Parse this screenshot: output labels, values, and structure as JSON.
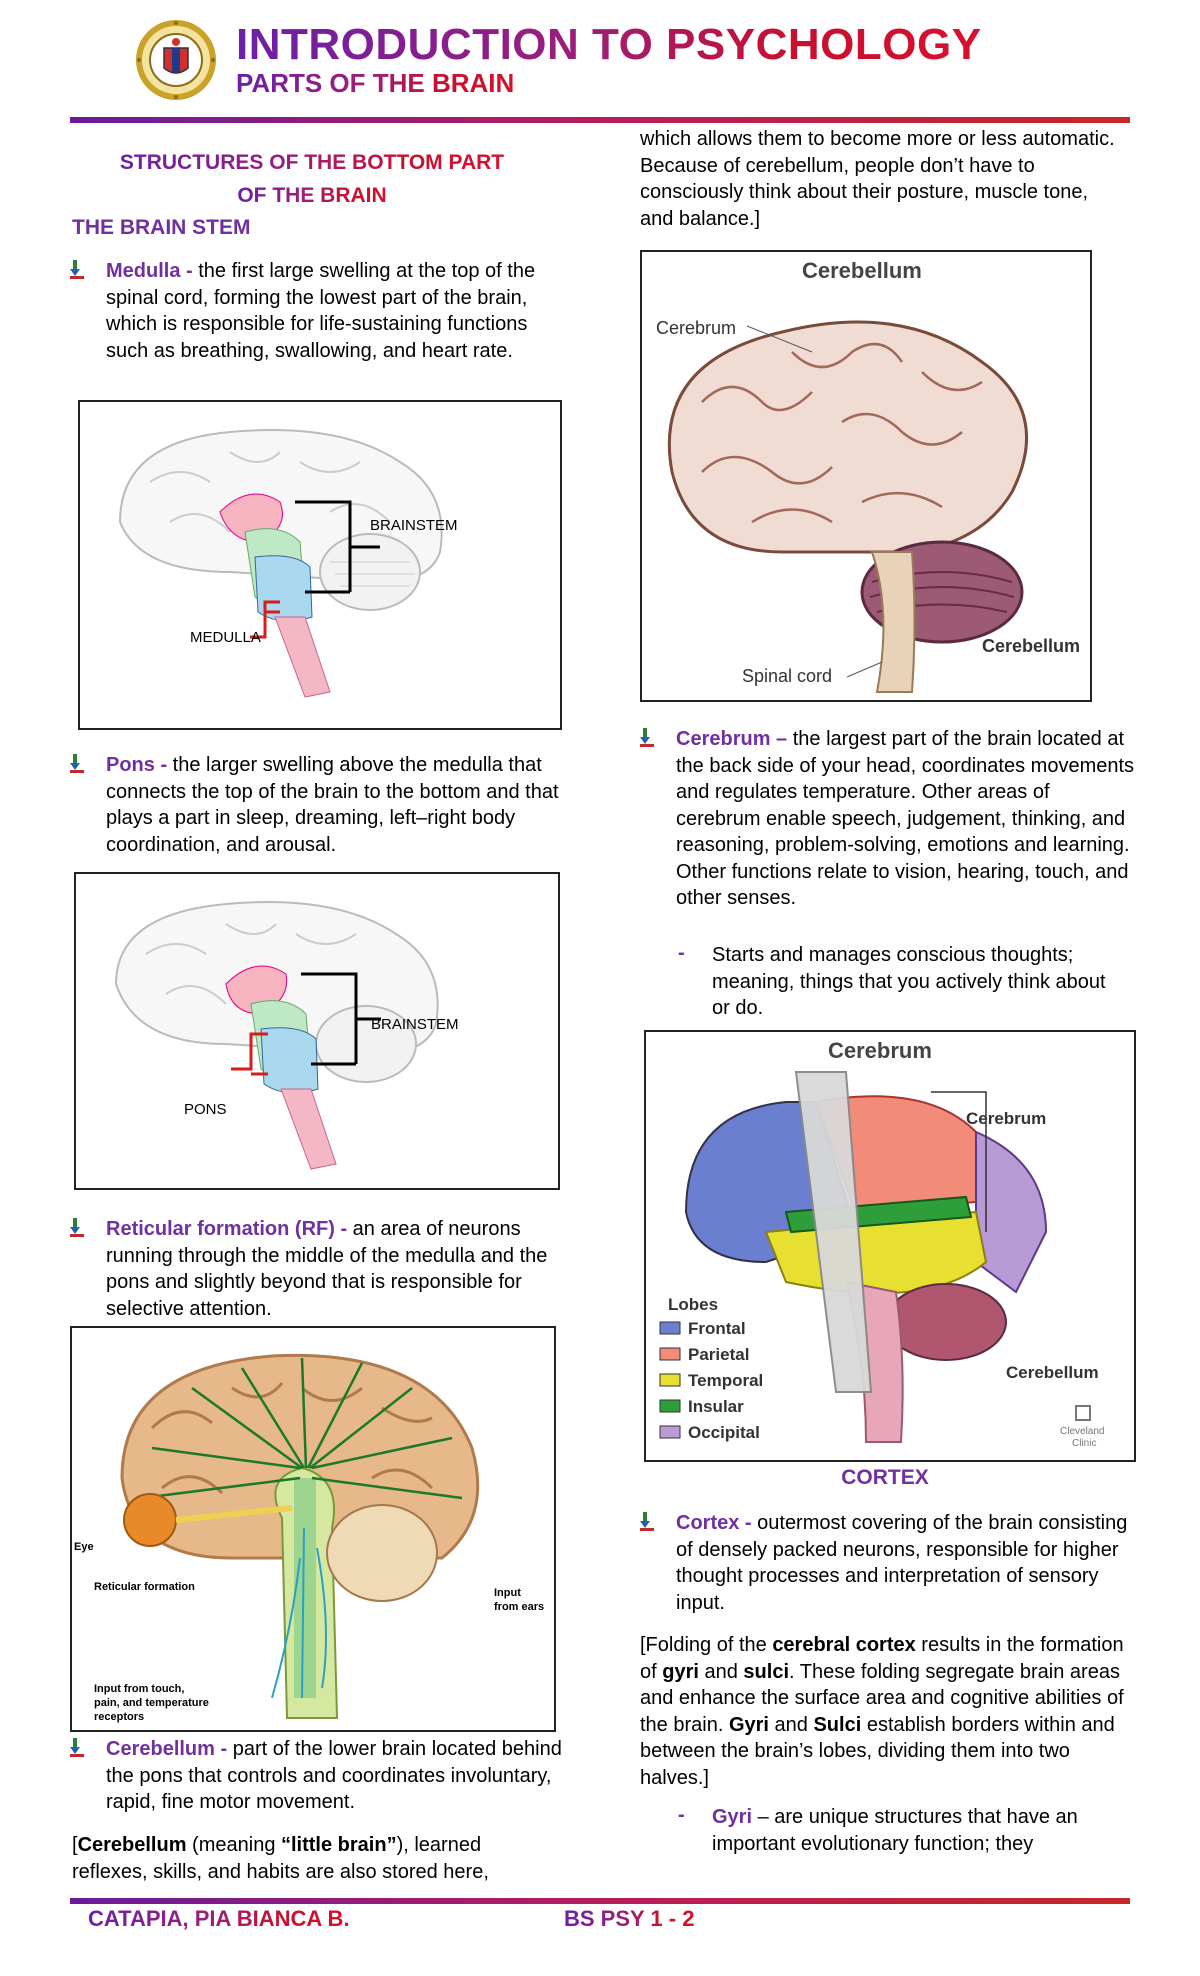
{
  "header": {
    "title": "INTRODUCTION TO PSYCHOLOGY",
    "subtitle": "PARTS OF THE BRAIN"
  },
  "left": {
    "section_title_1": "STRUCTURES OF THE BOTTOM PART",
    "section_title_2": "OF THE BRAIN",
    "subsection": "THE BRAIN STEM",
    "medulla": {
      "term": "Medulla -",
      "text": " the first large swelling at the top of the spinal cord, forming the lowest part of the brain, which is responsible for life-sustaining functions such as breathing, swallowing, and heart rate."
    },
    "fig1": {
      "label_a": "BRAINSTEM",
      "label_b": "MEDULLA"
    },
    "pons": {
      "term": "Pons -",
      "text": " the larger swelling above the medulla that connects the top of the brain to the bottom and that plays a part in sleep, dreaming, left–right body coordination, and arousal."
    },
    "fig2": {
      "label_a": "BRAINSTEM",
      "label_b": "PONS"
    },
    "rf": {
      "term": "Reticular formation (RF) -",
      "text": " an area of neurons running through the middle of the medulla and the pons and slightly beyond that is responsible for selective attention."
    },
    "fig3": {
      "eye": "Eye",
      "rf_label": "Reticular formation",
      "input_ears_1": "Input",
      "input_ears_2": "from ears",
      "touch_1": "Input from touch,",
      "touch_2": "pain, and temperature",
      "touch_3": "receptors"
    },
    "cerebellum": {
      "term": "Cerebellum -",
      "text": " part of the lower brain located behind the pons that controls and coordinates involuntary, rapid, fine motor movement."
    },
    "note": {
      "open": "[",
      "bold1": "Cerebellum",
      "mid1": " (meaning ",
      "bold2": "“little brain”",
      "mid2": "), learned reflexes, skills, and habits are also stored here,"
    }
  },
  "right": {
    "continuation": "which allows them to become more or less automatic. Because of cerebellum, people don’t have to consciously think about their posture, muscle tone, and balance.]",
    "fig4": {
      "title": "Cerebellum",
      "cerebrum": "Cerebrum",
      "cerebellum": "Cerebellum",
      "spinal": "Spinal cord"
    },
    "cerebrum": {
      "term": "Cerebrum –",
      "text": " the largest part of the brain located at the back side of your head, coordinates movements and regulates temperature. Other areas of cerebrum enable speech, judgement, thinking, and reasoning, problem-solving, emotions and learning. Other functions relate to vision, hearing, touch, and other senses.",
      "dash": "-",
      "sub": "Starts and manages conscious thoughts; meaning, things that you actively think about or do."
    },
    "fig5": {
      "title": "Cerebrum",
      "cerebrum": "Cerebrum",
      "cerebellum": "Cerebellum",
      "lobes_title": "Lobes",
      "lobes": [
        "Frontal",
        "Parietal",
        "Temporal",
        "Insular",
        "Occipital"
      ],
      "lobe_colors": [
        "#6a7fd0",
        "#f28b78",
        "#e8e030",
        "#2e9e3a",
        "#b79ad6"
      ],
      "clinic_1": "Cleveland",
      "clinic_2": "Clinic"
    },
    "cortex_caption": "CORTEX",
    "cortex": {
      "term": "Cortex -",
      "text": " outermost covering of the brain consisting of densely packed neurons, responsible for higher thought processes and interpretation of sensory input."
    },
    "folding": {
      "p1": "[Folding of the ",
      "b1": "cerebral cortex",
      "p2": " results in the formation of ",
      "b2": "gyri",
      "p3": " and ",
      "b3": "sulci",
      "p4": ". These folding segregate brain areas and enhance the surface area and cognitive abilities of the brain. ",
      "b4": "Gyri",
      "p5": " and ",
      "b5": "Sulci",
      "p6": " establish borders within and between the brain’s lobes, dividing them into two halves.]"
    },
    "gyri": {
      "dash": "-",
      "term": "Gyri",
      "text": " – are unique structures that have an important evolutionary function; they"
    }
  },
  "footer": {
    "name": "CATAPIA,  PIA BIANCA  B.",
    "course": "BS PSY 1 - 2"
  }
}
